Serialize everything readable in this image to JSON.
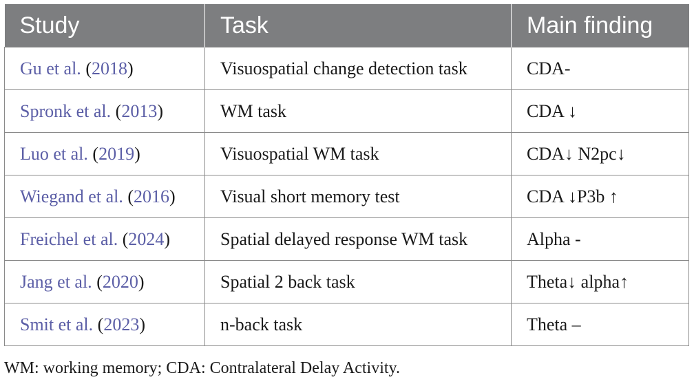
{
  "table": {
    "headers": [
      "Study",
      "Task",
      "Main finding"
    ],
    "rows": [
      {
        "author": "Gu et al.",
        "year": "2018",
        "task": "Visuospatial change detection task",
        "finding": "CDA-"
      },
      {
        "author": "Spronk et al.",
        "year": "2013",
        "task": "WM task",
        "finding": "CDA ↓"
      },
      {
        "author": "Luo et al.",
        "year": "2019",
        "task": "Visuospatial WM task",
        "finding": "CDA↓ N2pc↓"
      },
      {
        "author": "Wiegand et al.",
        "year": "2016",
        "task": "Visual short memory test",
        "finding": "CDA ↓P3b ↑"
      },
      {
        "author": "Freichel et al.",
        "year": "2024",
        "task": "Spatial delayed response WM task",
        "finding": "Alpha -"
      },
      {
        "author": "Jang et al.",
        "year": "2020",
        "task": "Spatial 2 back task",
        "finding": "Theta↓ alpha↑"
      },
      {
        "author": "Smit et al.",
        "year": "2023",
        "task": "n-back task",
        "finding": "Theta –"
      }
    ]
  },
  "footnote": "WM: working memory; CDA: Contralateral Delay Activity.",
  "colors": {
    "header_bg": "#7d7e80",
    "link": "#5b5ea6",
    "border": "#8a8a8a"
  }
}
